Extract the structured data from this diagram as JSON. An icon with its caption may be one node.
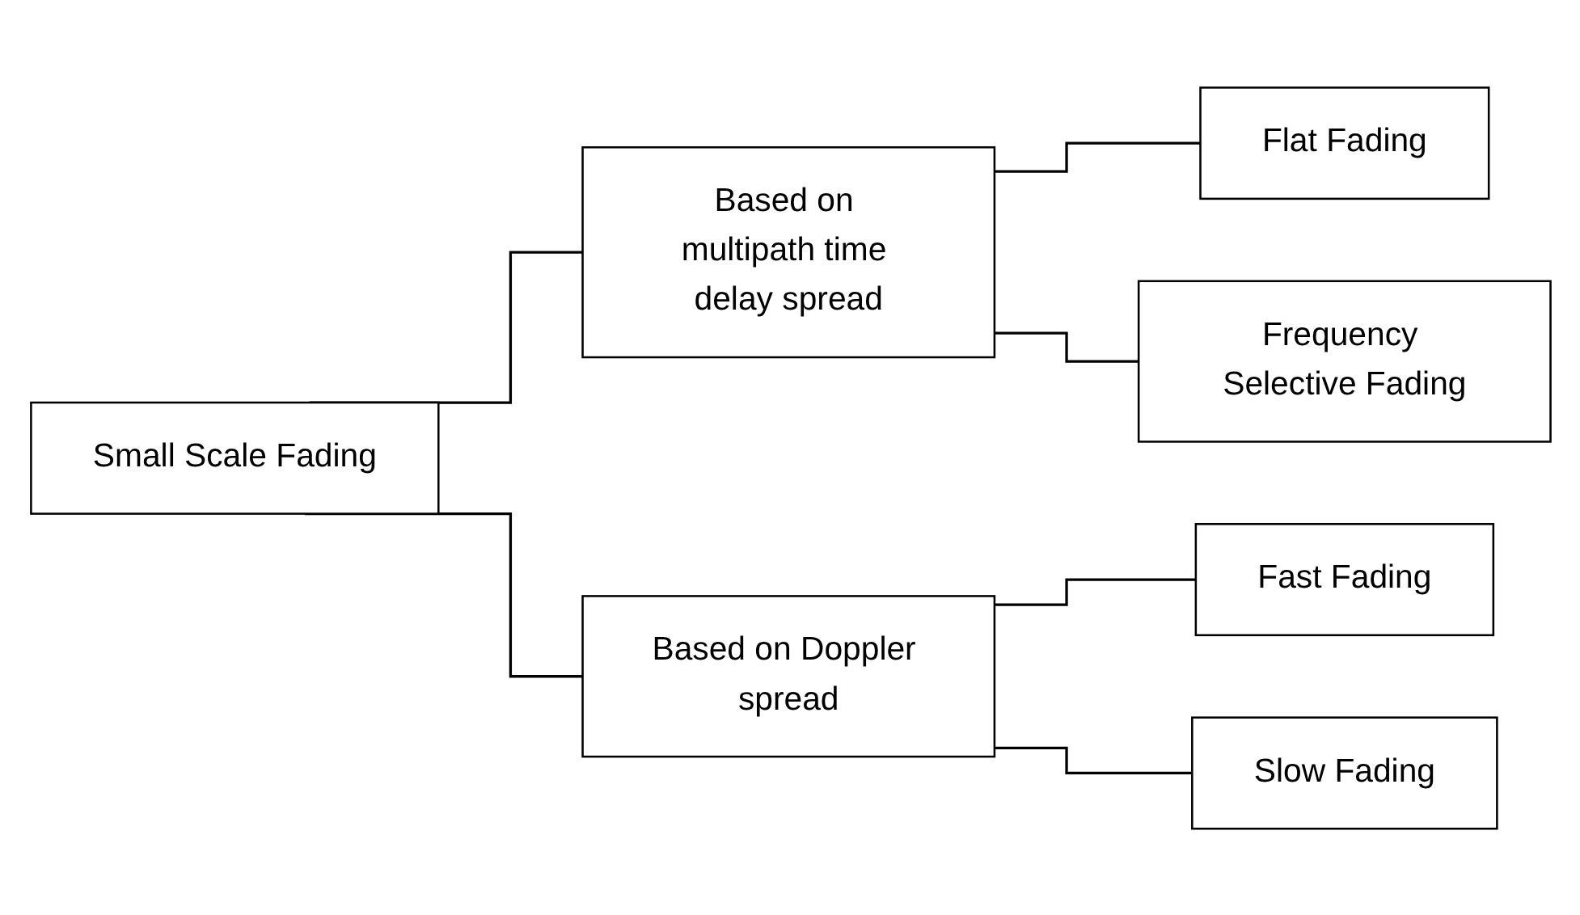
{
  "diagram": {
    "nodes": [
      {
        "text": [
          "Small Scale Fading"
        ]
      },
      {
        "text": [
          "Based on multipath time delay spread"
        ]
      },
      {
        "text": [
          "Flat Fading"
        ]
      },
      {
        "text": [
          "Frequency Selective Fading"
        ]
      },
      {
        "text": [
          "Based on Doppler spread"
        ]
      },
      {
        "text": [
          "Fast Fading"
        ]
      },
      {
        "text": [
          "Slow Fading"
        ]
      }
    ],
    "edges": [
      {
        "from": 0,
        "to": 1,
        "arrow": "none"
      },
      {
        "from": 0,
        "to": 4,
        "arrow": "none"
      },
      {
        "from": 1,
        "to": 2,
        "arrow": "none"
      },
      {
        "from": 1,
        "to": 3,
        "arrow": "none"
      },
      {
        "from": 4,
        "to": 5,
        "arrow": "none"
      },
      {
        "from": 4,
        "to": 6,
        "arrow": "none"
      }
    ]
  }
}
